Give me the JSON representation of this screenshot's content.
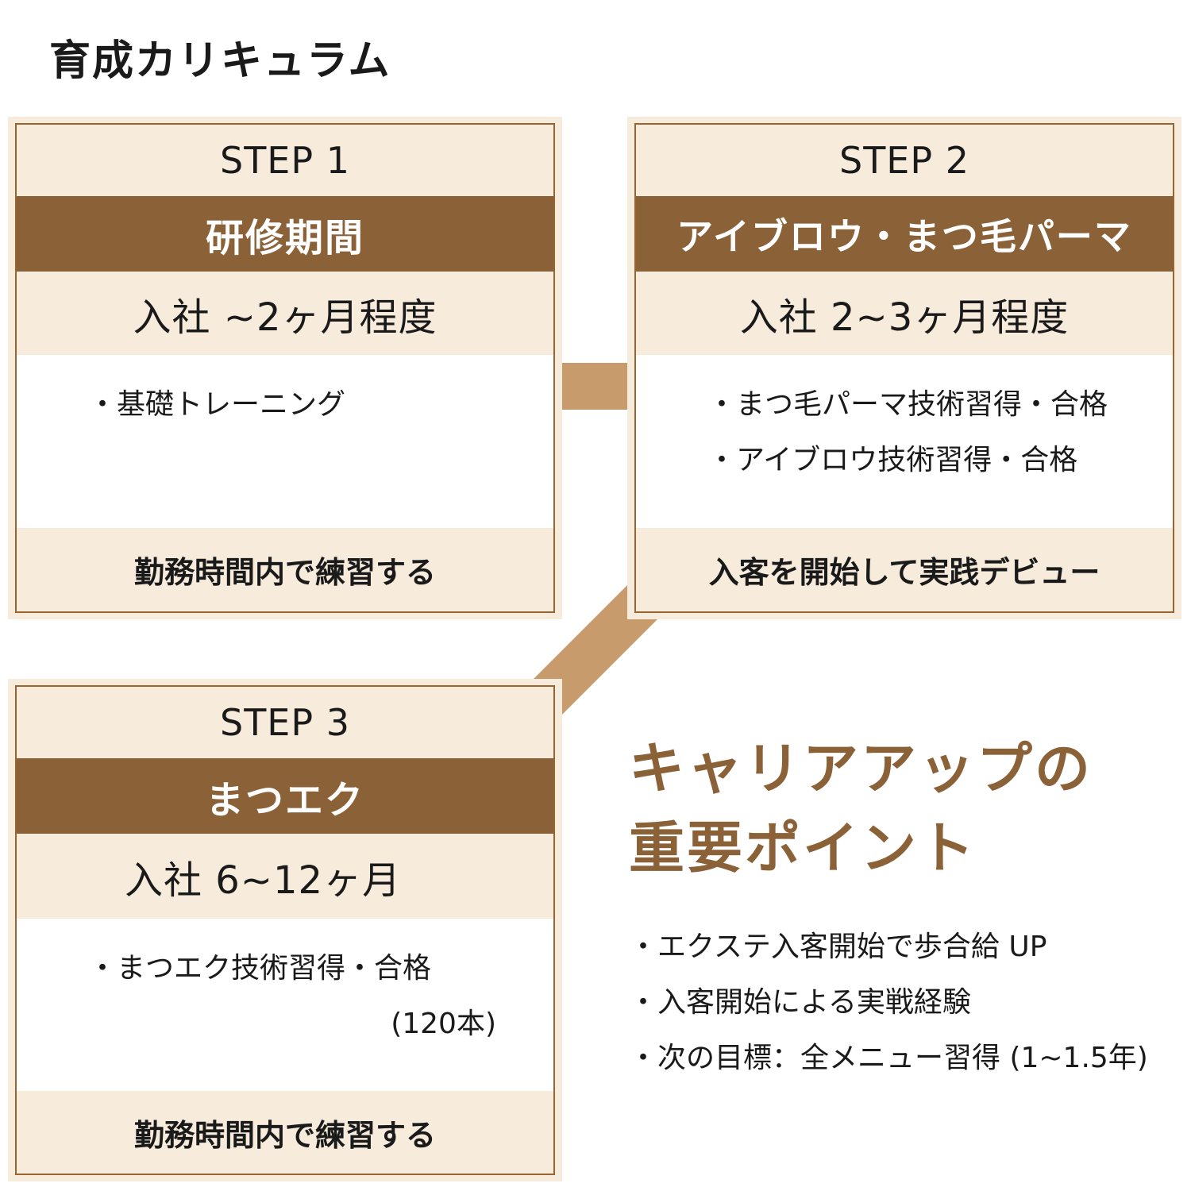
{
  "title": "育成カリキュラム",
  "steps": [
    {
      "step": "STEP 1",
      "name": "研修期間",
      "period": "入社 ~2ヶ月程度",
      "items": [
        "・基礎トレーニング"
      ],
      "footer": "勤務時間内で練習する"
    },
    {
      "step": "STEP 2",
      "name": "アイブロウ・まつ毛パーマ",
      "period": "入社 2~3ヶ月程度",
      "items": [
        "・まつ毛パーマ技術習得・合格",
        "・アイブロウ技術習得・合格"
      ],
      "footer": "入客を開始して実践デビュー"
    },
    {
      "step": "STEP 3",
      "name": "まつエク",
      "period": "入社 6~12ヶ月",
      "items": [
        "・まつエク技術習得・合格",
        "(120本)"
      ],
      "footer": "勤務時間内で練習する"
    }
  ],
  "career": {
    "heading_line1": "キャリアアップの",
    "heading_line2": "重要ポイント",
    "points": [
      "・エクステ入客開始で歩合給 UP",
      "・入客開始による実戦経験",
      "・次の目標：全メニュー習得 (1~1.5年)"
    ]
  },
  "colors": {
    "brown": "#8b6137",
    "beige": "#f7ebdc",
    "connector": "#c89b6c"
  }
}
